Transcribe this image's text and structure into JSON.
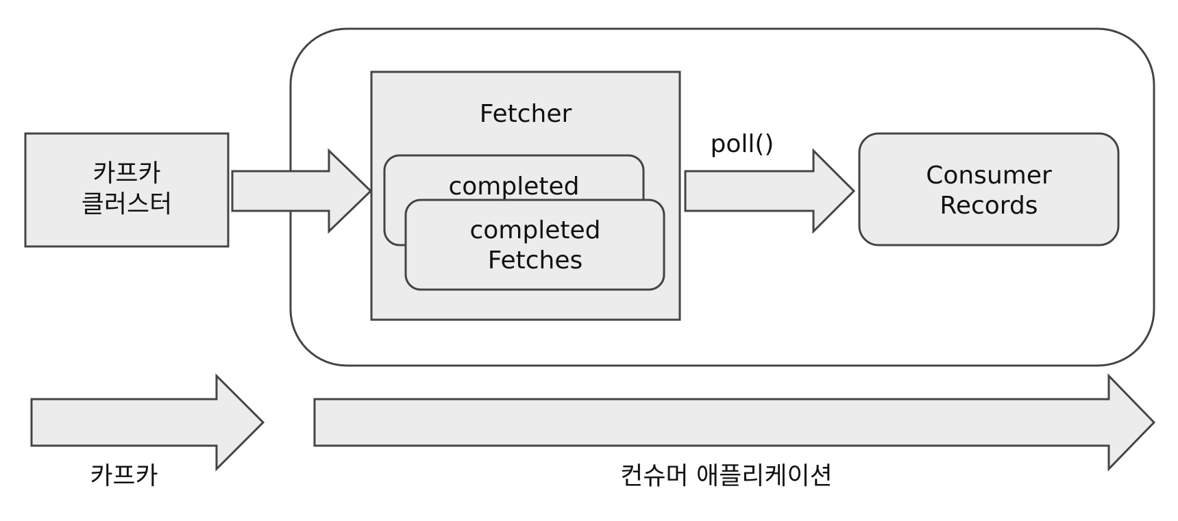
{
  "diagram": {
    "kafka_cluster": {
      "line1": "카프카",
      "line2": "클러스터"
    },
    "fetcher": {
      "title": "Fetcher"
    },
    "completed_fetches_back": {
      "line1": "completed"
    },
    "completed_fetches_front": {
      "line1": "completed",
      "line2": "Fetches"
    },
    "poll_label": "poll()",
    "consumer_records": {
      "line1": "Consumer",
      "line2": "Records"
    },
    "bottom_labels": {
      "kafka": "카프카",
      "consumer_application": "컨슈머 애플리케이션"
    }
  }
}
